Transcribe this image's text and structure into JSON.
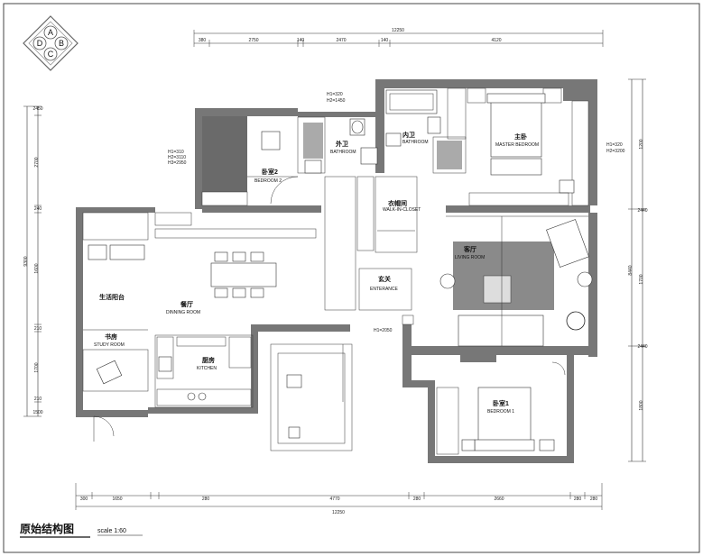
{
  "logo": {
    "letters": [
      "A",
      "B",
      "C",
      "D"
    ]
  },
  "title": {
    "cn": "原始结构图",
    "scale": "scale 1:60"
  },
  "overall_width_label": "12250",
  "overall_height_label": "9300",
  "top_dims": [
    "380",
    "2750",
    "140",
    "2470",
    "140",
    "4120"
  ],
  "left_dims": [
    "2450",
    "2700",
    "240",
    "1600",
    "210",
    "1700",
    "210",
    "1500"
  ],
  "right_dims": [
    "8440",
    "1200",
    "2440",
    "1700",
    "2440",
    "1800"
  ],
  "bottom_dims": [
    "300",
    "1650",
    "280",
    "4770",
    "280",
    "2660",
    "280",
    "280"
  ],
  "rooms": {
    "bedroom2": {
      "cn": "卧室2",
      "en": "BEDROOM 2"
    },
    "bath_ext": {
      "cn": "外卫",
      "en": "BATHROOM"
    },
    "bath_int": {
      "cn": "内卫",
      "en": "BATHROOM"
    },
    "master": {
      "cn": "主卧",
      "en": "MASTER BEDROOM"
    },
    "closet": {
      "cn": "衣帽间",
      "en": "WALK-IN-CLOSET"
    },
    "living": {
      "cn": "客厅",
      "en": "LIVING ROOM"
    },
    "dining": {
      "cn": "餐厅",
      "en": "DINNING ROOM"
    },
    "entrance": {
      "cn": "玄关",
      "en": "ENTERANCE"
    },
    "balcony": {
      "cn": "生活阳台",
      "en": ""
    },
    "study": {
      "cn": "书房",
      "en": "STUDY ROOM"
    },
    "kitchen": {
      "cn": "厨房",
      "en": "KITCHEN"
    },
    "bedroom1": {
      "cn": "卧室1",
      "en": "BEDROOM 1"
    }
  },
  "notes": {
    "bed2_h": [
      "H1=310",
      "H2=3110",
      "H3=2950"
    ],
    "bath_h": [
      "H1=320",
      "H2=1450"
    ],
    "master_h": [
      "H1=320",
      "H2=3200"
    ],
    "door_h": "H1=2050"
  }
}
